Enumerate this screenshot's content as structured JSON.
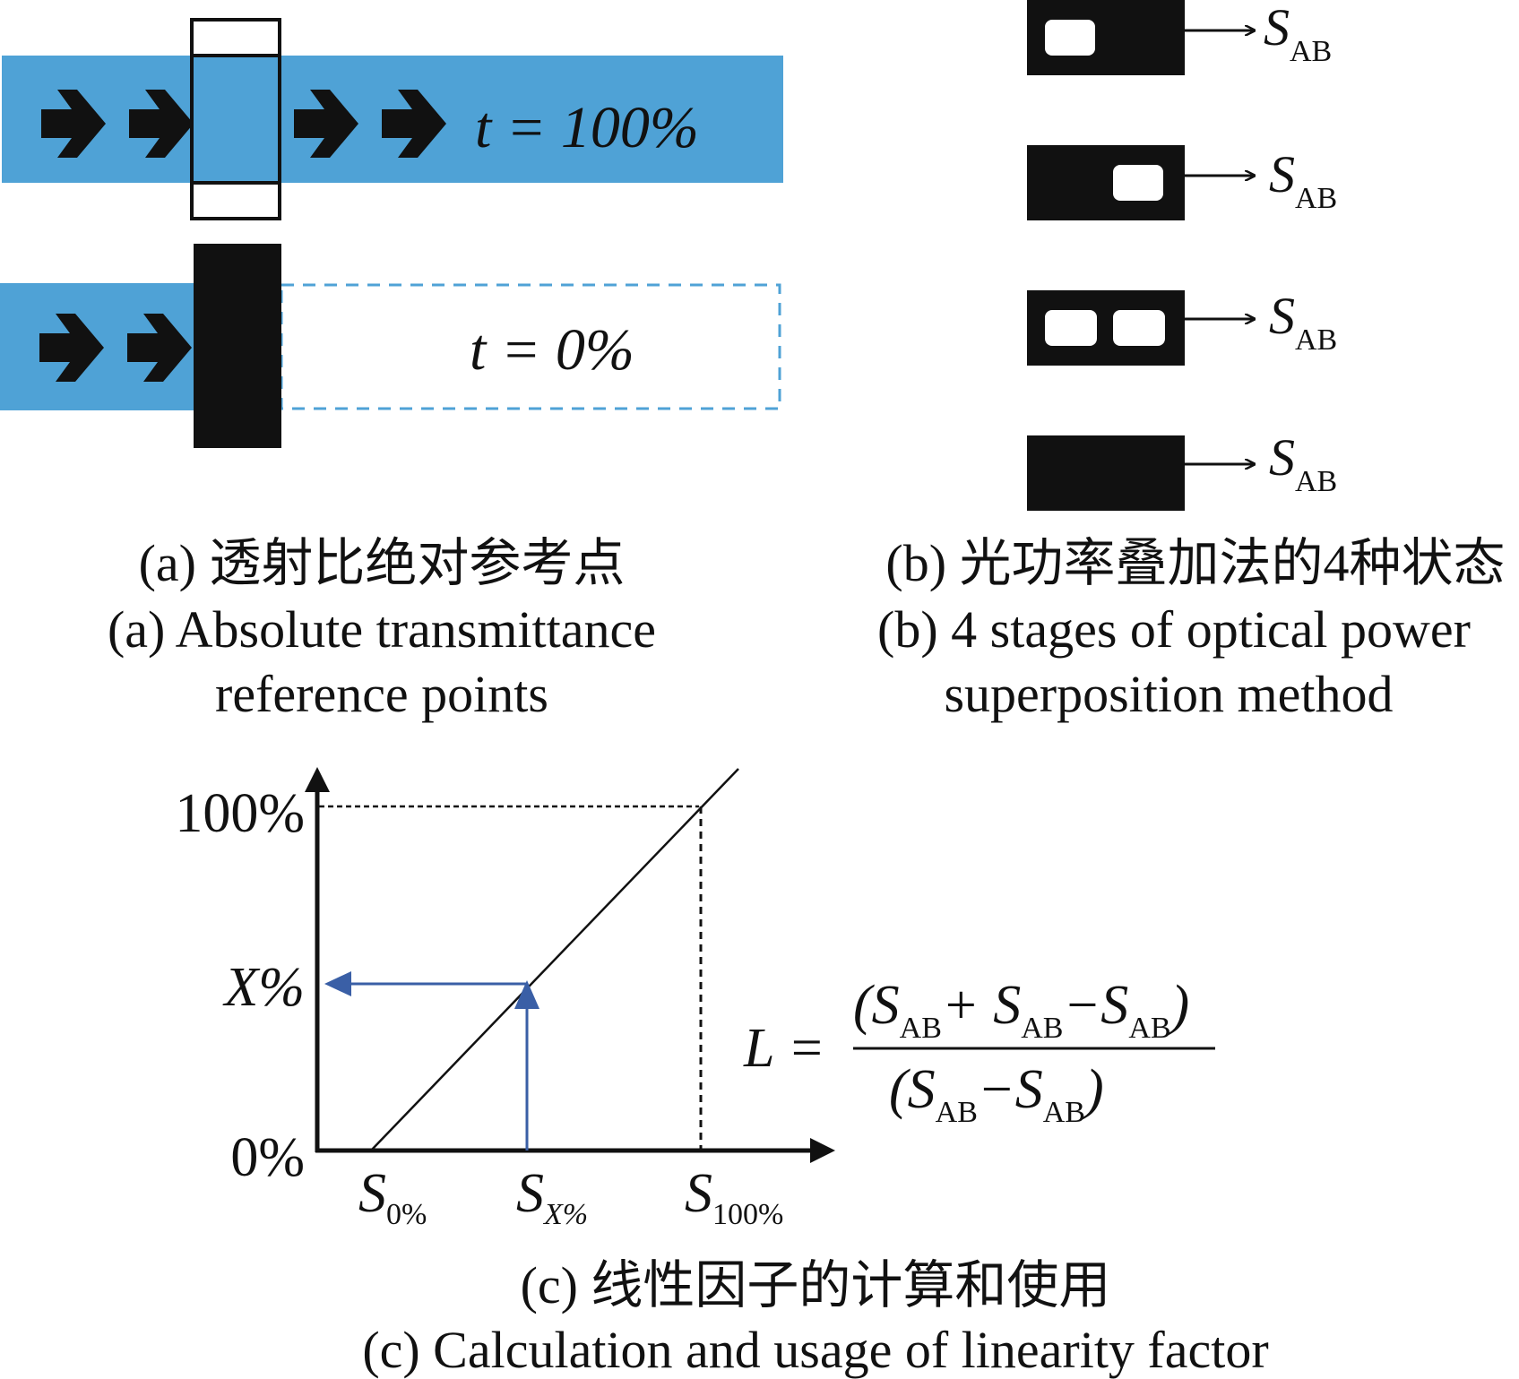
{
  "colors": {
    "beam": "#4FA2D6",
    "ink": "#111111",
    "arrow_blue": "#3A5FA6",
    "dash_blue": "#4FA2D6"
  },
  "panel_a": {
    "label_open": "t = 100%",
    "label_blocked": "t = 0%",
    "caption_zh": "(a) 透射比绝对参考点",
    "caption_en_line1": "(a) Absolute transmittance",
    "caption_en_line2": "reference points"
  },
  "panel_b": {
    "states": [
      {
        "aperture_state": "A open",
        "signal_symbol": "S",
        "signal_sub": "AB"
      },
      {
        "aperture_state": "B open",
        "signal_symbol": "S",
        "signal_sub": "AB"
      },
      {
        "aperture_state": "A and B open",
        "signal_symbol": "S",
        "signal_sub": "AB"
      },
      {
        "aperture_state": "both closed",
        "signal_symbol": "S",
        "signal_sub": "AB"
      }
    ],
    "caption_zh": "(b) 光功率叠加法的4种状态",
    "caption_en_line1": "(b) 4 stages of optical power",
    "caption_en_line2": "superposition method"
  },
  "panel_c": {
    "y_ticks": [
      {
        "label": "100%"
      },
      {
        "label": "X%"
      },
      {
        "label": "0%"
      }
    ],
    "x_ticks": [
      {
        "main": "S",
        "sub": "0%"
      },
      {
        "main": "S",
        "sub": "X%"
      },
      {
        "main": "S",
        "sub": "100%"
      }
    ],
    "formula": {
      "lhs": "L =",
      "num_open": "(S",
      "num_sub1": "AB",
      "num_plus": "+ S",
      "num_sub2": "AB",
      "num_minus": "−S",
      "num_sub3": "AB",
      "num_close": ")",
      "den_open": "(S",
      "den_sub1": "AB",
      "den_minus": "−S",
      "den_sub2": "AB",
      "den_close": ")"
    },
    "caption_zh": "(c) 线性因子的计算和使用",
    "caption_en": "(c) Calculation and usage of linearity factor"
  }
}
